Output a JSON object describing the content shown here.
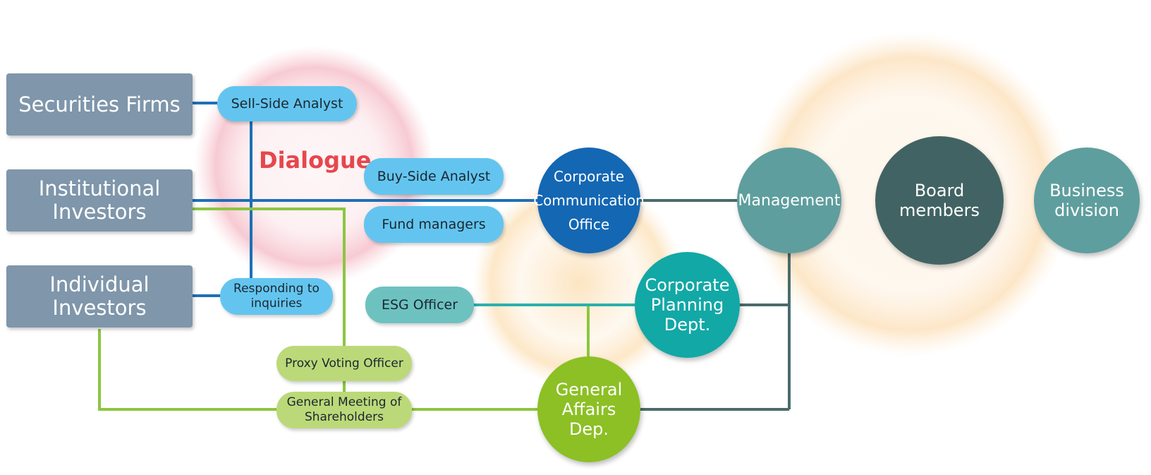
{
  "diagram": {
    "dialogue_label": "Dialogue",
    "external_parties": [
      {
        "id": "securities",
        "label": "Securities Firms"
      },
      {
        "id": "institutional",
        "label": "Institutional\nInvestors"
      },
      {
        "id": "individual",
        "label": "Individual\nInvestors"
      }
    ],
    "contacts": [
      {
        "id": "sell-side",
        "label": "Sell-Side Analyst"
      },
      {
        "id": "buy-side",
        "label": "Buy-Side Analyst"
      },
      {
        "id": "fund-managers",
        "label": "Fund managers"
      },
      {
        "id": "inquiries",
        "label": "Responding to\ninquiries"
      },
      {
        "id": "esg",
        "label": "ESG Officer"
      },
      {
        "id": "proxy",
        "label": "Proxy Voting Officer"
      },
      {
        "id": "agm",
        "label": "General Meeting of\nShareholders"
      }
    ],
    "departments": [
      {
        "id": "cco",
        "label": "Corporate\nCommunication\nOffice"
      },
      {
        "id": "cpd",
        "label": "Corporate\nPlanning\nDept."
      },
      {
        "id": "gad",
        "label": "General\nAffairs\nDep."
      }
    ],
    "leadership": [
      {
        "id": "management",
        "label": "Management"
      },
      {
        "id": "board",
        "label": "Board\nmembers"
      },
      {
        "id": "business",
        "label": "Business\ndivision"
      }
    ],
    "colors": {
      "external_box": "#7f96ab",
      "contact_blue": "#63c5ef",
      "contact_teal": "#6dc2c0",
      "contact_green": "#bcd979",
      "cco": "#1467b3",
      "cpd": "#12a8a6",
      "gad": "#8cc025",
      "management": "#5f9e9e",
      "board": "#426363",
      "business": "#5f9e9e",
      "dialogue_text": "#e6474d",
      "line_blue": "#1e6fb5",
      "line_green": "#8cc63f",
      "line_teal": "#2bb0ad",
      "line_dark": "#4a6b6b"
    }
  }
}
